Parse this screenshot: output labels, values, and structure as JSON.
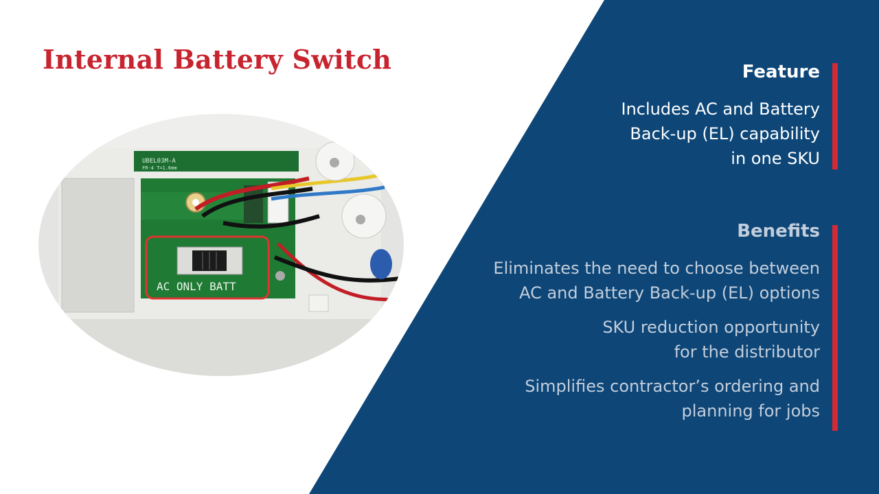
{
  "title": "Internal Battery Switch",
  "feature": {
    "heading": "Feature",
    "text": "Includes AC and Battery\nBack-up (EL) capability\nin one SKU"
  },
  "benefits": {
    "heading": "Benefits",
    "items": [
      "Eliminates the need to choose between\nAC and Battery Back-up (EL) options",
      "SKU reduction opportunity\nfor the distributor",
      "Simplifies contractor’s ordering and\nplanning for jobs"
    ]
  },
  "photo": {
    "switch_label": "AC ONLY  BATT",
    "board_code": "UBEL03M-A",
    "board_code_2": "FR-4  T=1.6mm"
  },
  "colors": {
    "title_red": "#c8242f",
    "panel_blue": "#0d4677",
    "accent_red": "#d42a34",
    "benefit_text": "#c3cedc",
    "pcb_green": "#1f7a34"
  }
}
